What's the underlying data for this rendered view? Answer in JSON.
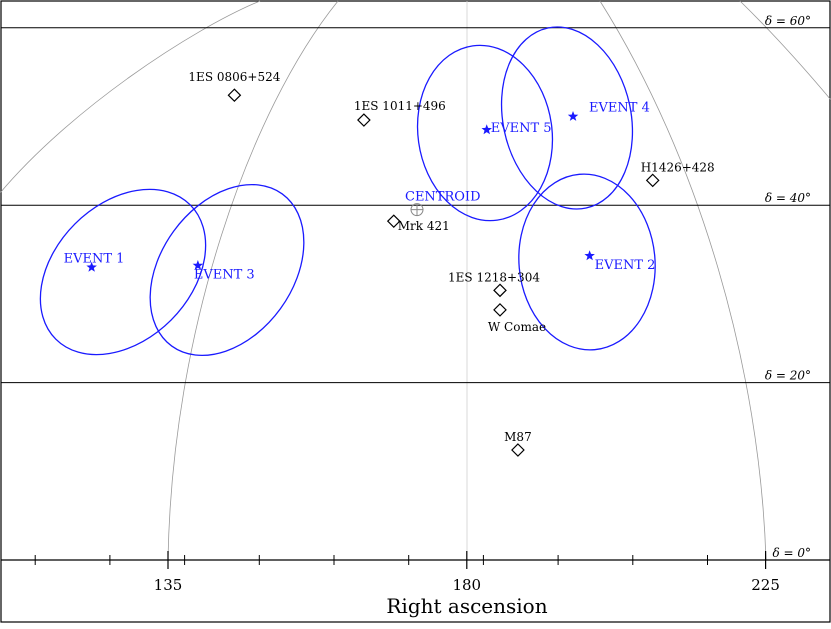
{
  "chart_data": {
    "type": "scatter",
    "xlabel": "Right ascension",
    "x_ticks": [
      "135",
      "180",
      "225"
    ],
    "declination_labels": [
      "δ = 60°",
      "δ = 40°",
      "δ = 20°",
      "δ = 0°"
    ],
    "declination_values": [
      60,
      40,
      20,
      0
    ],
    "xlim": [
      110,
      235
    ],
    "ylim": [
      -2,
      64
    ],
    "grid": true,
    "sources": [
      {
        "name": "1ES 0806+524",
        "ra": 145.0,
        "dec": 52.4
      },
      {
        "name": "1ES 1011+496",
        "ra": 164.5,
        "dec": 49.6
      },
      {
        "name": "Mrk 421",
        "ra": 169.0,
        "dec": 38.2
      },
      {
        "name": "H1426+428",
        "ra": 208.0,
        "dec": 42.8
      },
      {
        "name": "1ES 1218+304",
        "ra": 185.0,
        "dec": 30.4
      },
      {
        "name": "W Comae",
        "ra": 185.0,
        "dec": 28.2
      },
      {
        "name": "M87",
        "ra": 187.7,
        "dec": 12.4
      }
    ],
    "events": [
      {
        "name": "EVENT 1",
        "ra": 123.5,
        "dec": 33.0
      },
      {
        "name": "EVENT 3",
        "ra": 139.5,
        "dec": 33.2
      },
      {
        "name": "EVENT 5",
        "ra": 183.0,
        "dec": 48.5
      },
      {
        "name": "EVENT 4",
        "ra": 196.0,
        "dec": 50.0
      },
      {
        "name": "EVENT 2",
        "ra": 198.5,
        "dec": 34.3
      }
    ],
    "centroid": {
      "name": "CENTROID",
      "ra": 172.5,
      "dec": 39.5
    },
    "colors": {
      "events": "#1a1aff",
      "sources": "#000000",
      "grid": "#a0a0a0"
    }
  }
}
